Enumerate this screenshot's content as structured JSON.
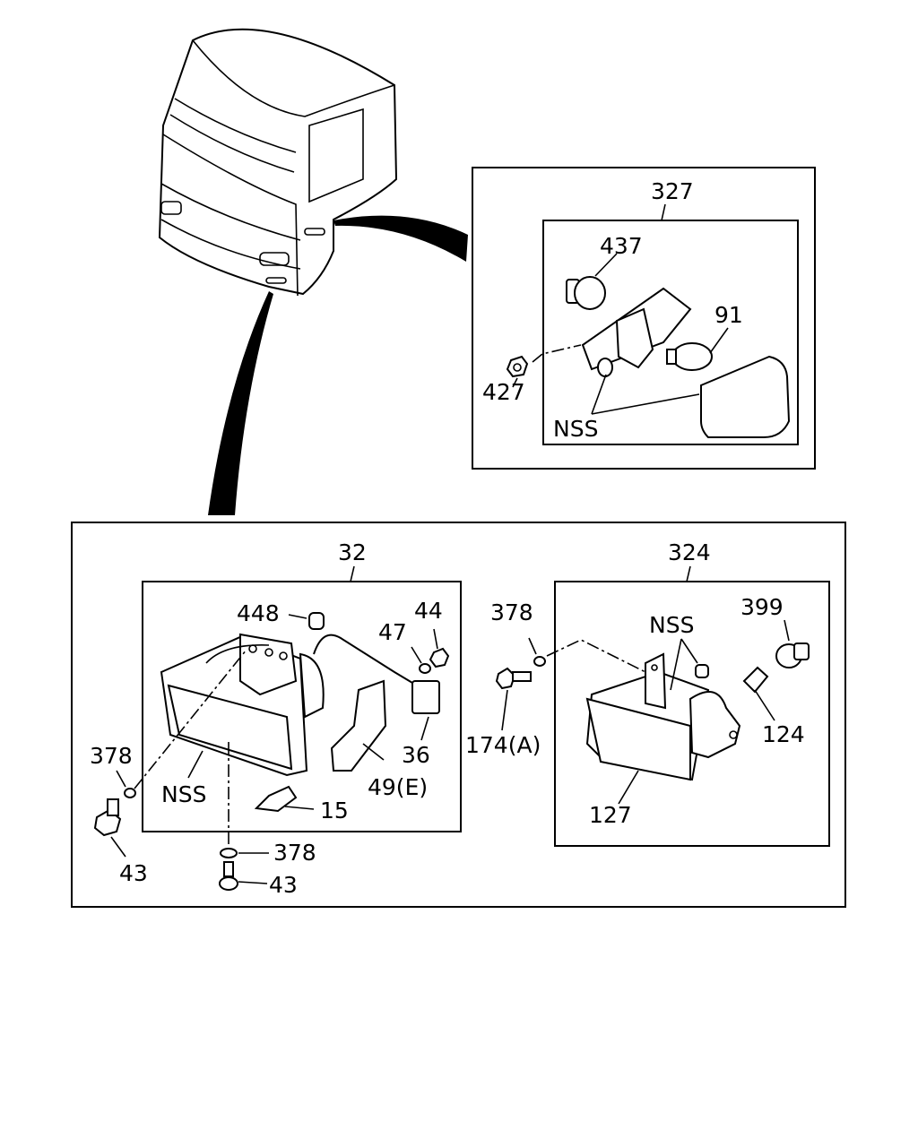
{
  "labels": {
    "assy_side_lamp": "327",
    "bulb_socket_side": "437",
    "bulb_side": "91",
    "nut_side": "427",
    "nss_side": "NSS",
    "assy_headlamp": "32",
    "cap_448": "448",
    "washer_47": "47",
    "nut_44": "44",
    "washer_378_left": "378",
    "nss_headlamp": "NSS",
    "connector_36": "36",
    "bracket_49e": "49(E)",
    "bulb_15": "15",
    "bolt_43_left": "43",
    "washer_378_bottom": "378",
    "bolt_43_bottom": "43",
    "assy_fog_lamp": "324",
    "washer_378_fog": "378",
    "nss_fog": "NSS",
    "socket_399": "399",
    "bolt_174a": "174(A)",
    "bulb_124": "124",
    "lens_127": "127"
  }
}
